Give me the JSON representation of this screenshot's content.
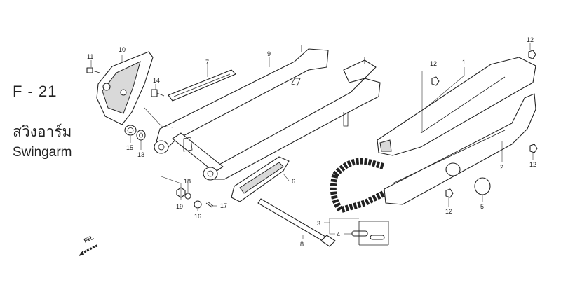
{
  "header": {
    "code": "F - 21",
    "title_th": "สวิงอาร์ม",
    "title_en": "Swingarm"
  },
  "direction_label": "FR.",
  "callouts": [
    "1",
    "2",
    "3",
    "4",
    "5",
    "6",
    "7",
    "8",
    "9",
    "10",
    "11",
    "12",
    "12",
    "12",
    "12",
    "13",
    "14",
    "15",
    "16",
    "17",
    "18",
    "19"
  ]
}
